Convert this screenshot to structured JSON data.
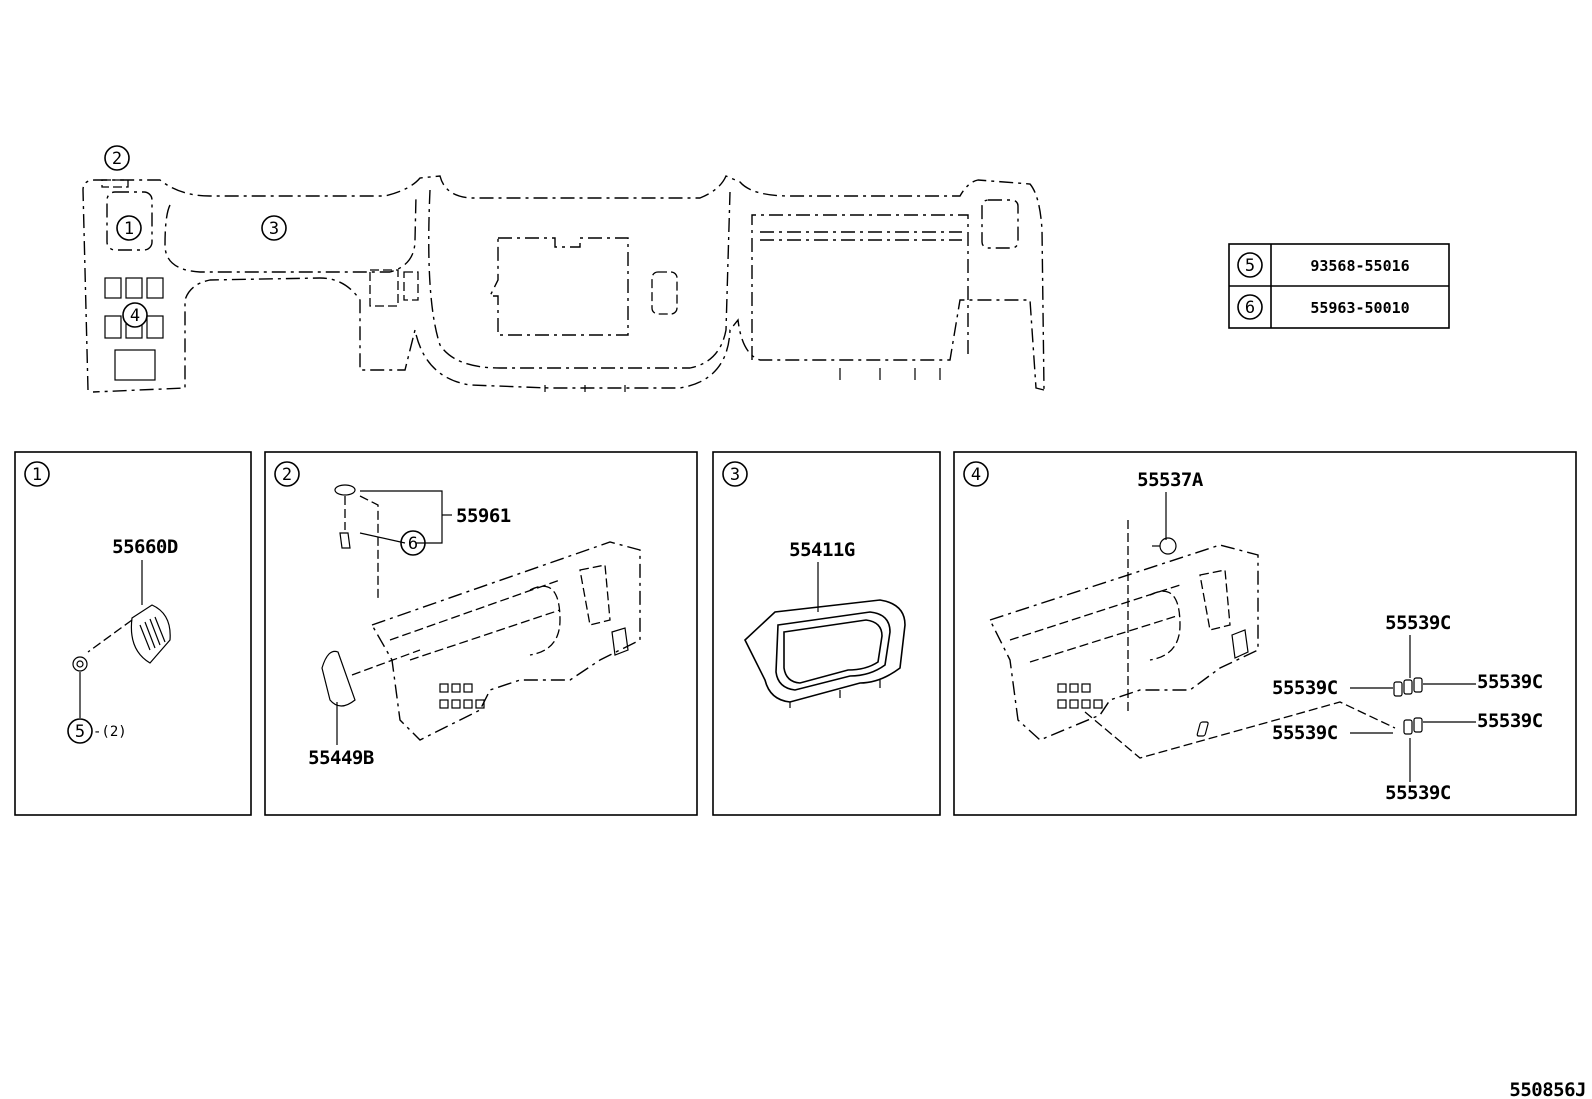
{
  "reference_table": [
    {
      "key": "5",
      "part": "93568-55016"
    },
    {
      "key": "6",
      "part": "55963-50010"
    }
  ],
  "overview_callouts": [
    "1",
    "2",
    "3",
    "4"
  ],
  "panels": [
    {
      "index": "1",
      "parts": [
        "55660D",
        "5",
        "-(2)"
      ]
    },
    {
      "index": "2",
      "parts": [
        "55961",
        "6",
        "55449B"
      ]
    },
    {
      "index": "3",
      "parts": [
        "55411G"
      ]
    },
    {
      "index": "4",
      "parts": [
        "55537A",
        "55539C",
        "55539C",
        "55539C",
        "55539C",
        "55539C",
        "55539C"
      ]
    }
  ],
  "diagram_id": "550856J"
}
